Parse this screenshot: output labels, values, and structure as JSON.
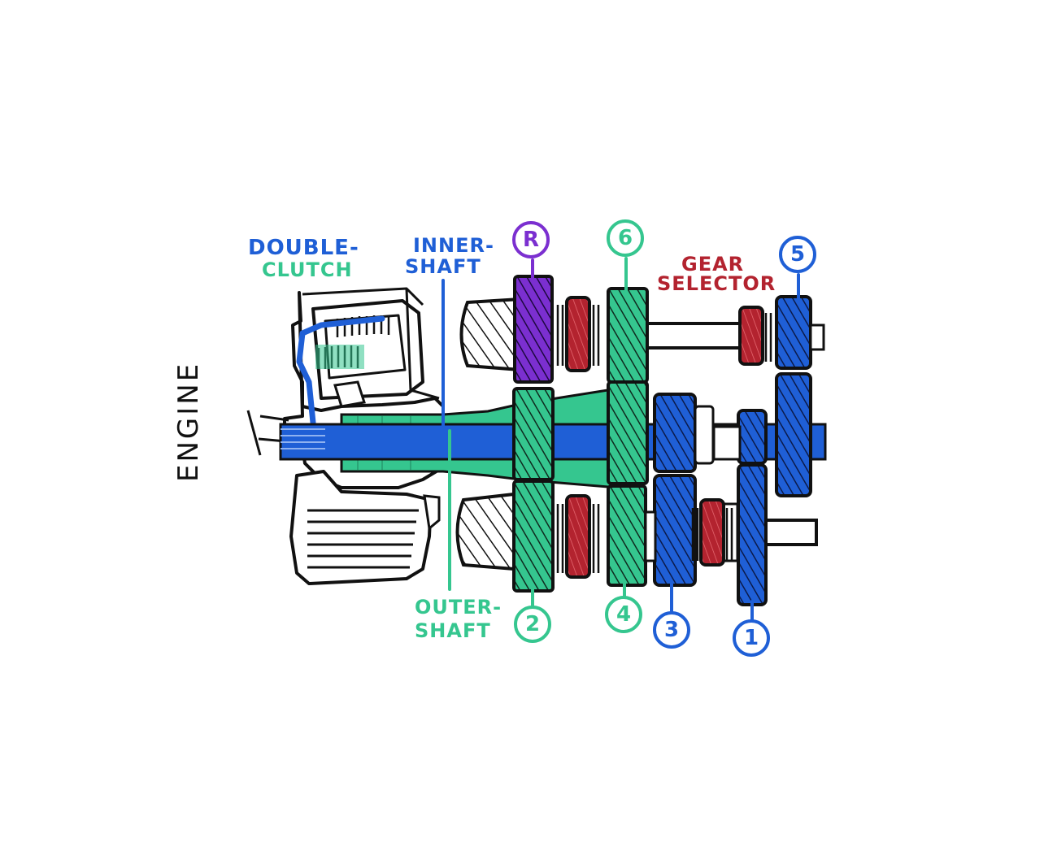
{
  "labels": {
    "engine": "ENGINE",
    "double_line1": "DOUBLE-",
    "double_line2": "CLUTCH",
    "inner_line1": "INNER-",
    "inner_line2": "SHAFT",
    "outer_line1": "OUTER-",
    "outer_line2": "SHAFT",
    "selector_line1": "GEAR",
    "selector_line2": "SELECTOR"
  },
  "gears": {
    "reverse": "R",
    "first": "1",
    "second": "2",
    "third": "3",
    "fourth": "4",
    "fifth": "5",
    "sixth": "6"
  },
  "colors": {
    "inner_shaft": "#1f5fd6",
    "outer_shaft": "#35c68f",
    "gear_selector": "#b3232f",
    "reverse": "#7b2fd0",
    "outline": "#111111"
  }
}
